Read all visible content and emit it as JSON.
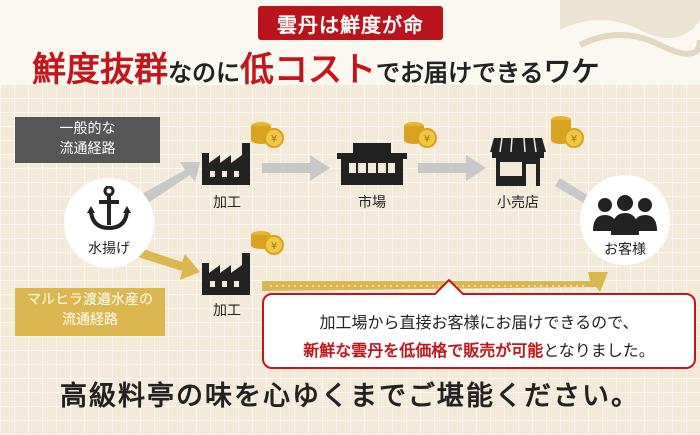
{
  "header": {
    "badge": "雲丹は鮮度が命",
    "headline_parts": [
      "鮮度抜群",
      "なのに",
      "低コスト",
      "でお届けできる",
      "ワケ"
    ]
  },
  "flow_labels": {
    "general": [
      "一般的な",
      "流通経路"
    ],
    "maruhira": [
      "マルヒラ渡邉水産の",
      "流通経路"
    ]
  },
  "nodes": {
    "landing": "水揚げ",
    "processing_top": "加工",
    "market": "市場",
    "retail": "小売店",
    "customer": "お客様",
    "processing_bottom": "加工"
  },
  "note": {
    "line1": "加工場から直接お客様にお届けできるので、",
    "line2_red": "新鮮な雲丹を低価格で販売が可能",
    "line2_black": "となりました。"
  },
  "footer": "高級料亭の味を心ゆくまでご堪能ください。",
  "icons": [
    "anchor-icon",
    "factory-icon",
    "market-icon",
    "store-icon",
    "people-icon",
    "yen-coins-icon"
  ],
  "colors": {
    "red": "#c3151c",
    "gold": "#dcb64e",
    "dark": "#565656",
    "arrow_gray": "#c8c8c8"
  }
}
